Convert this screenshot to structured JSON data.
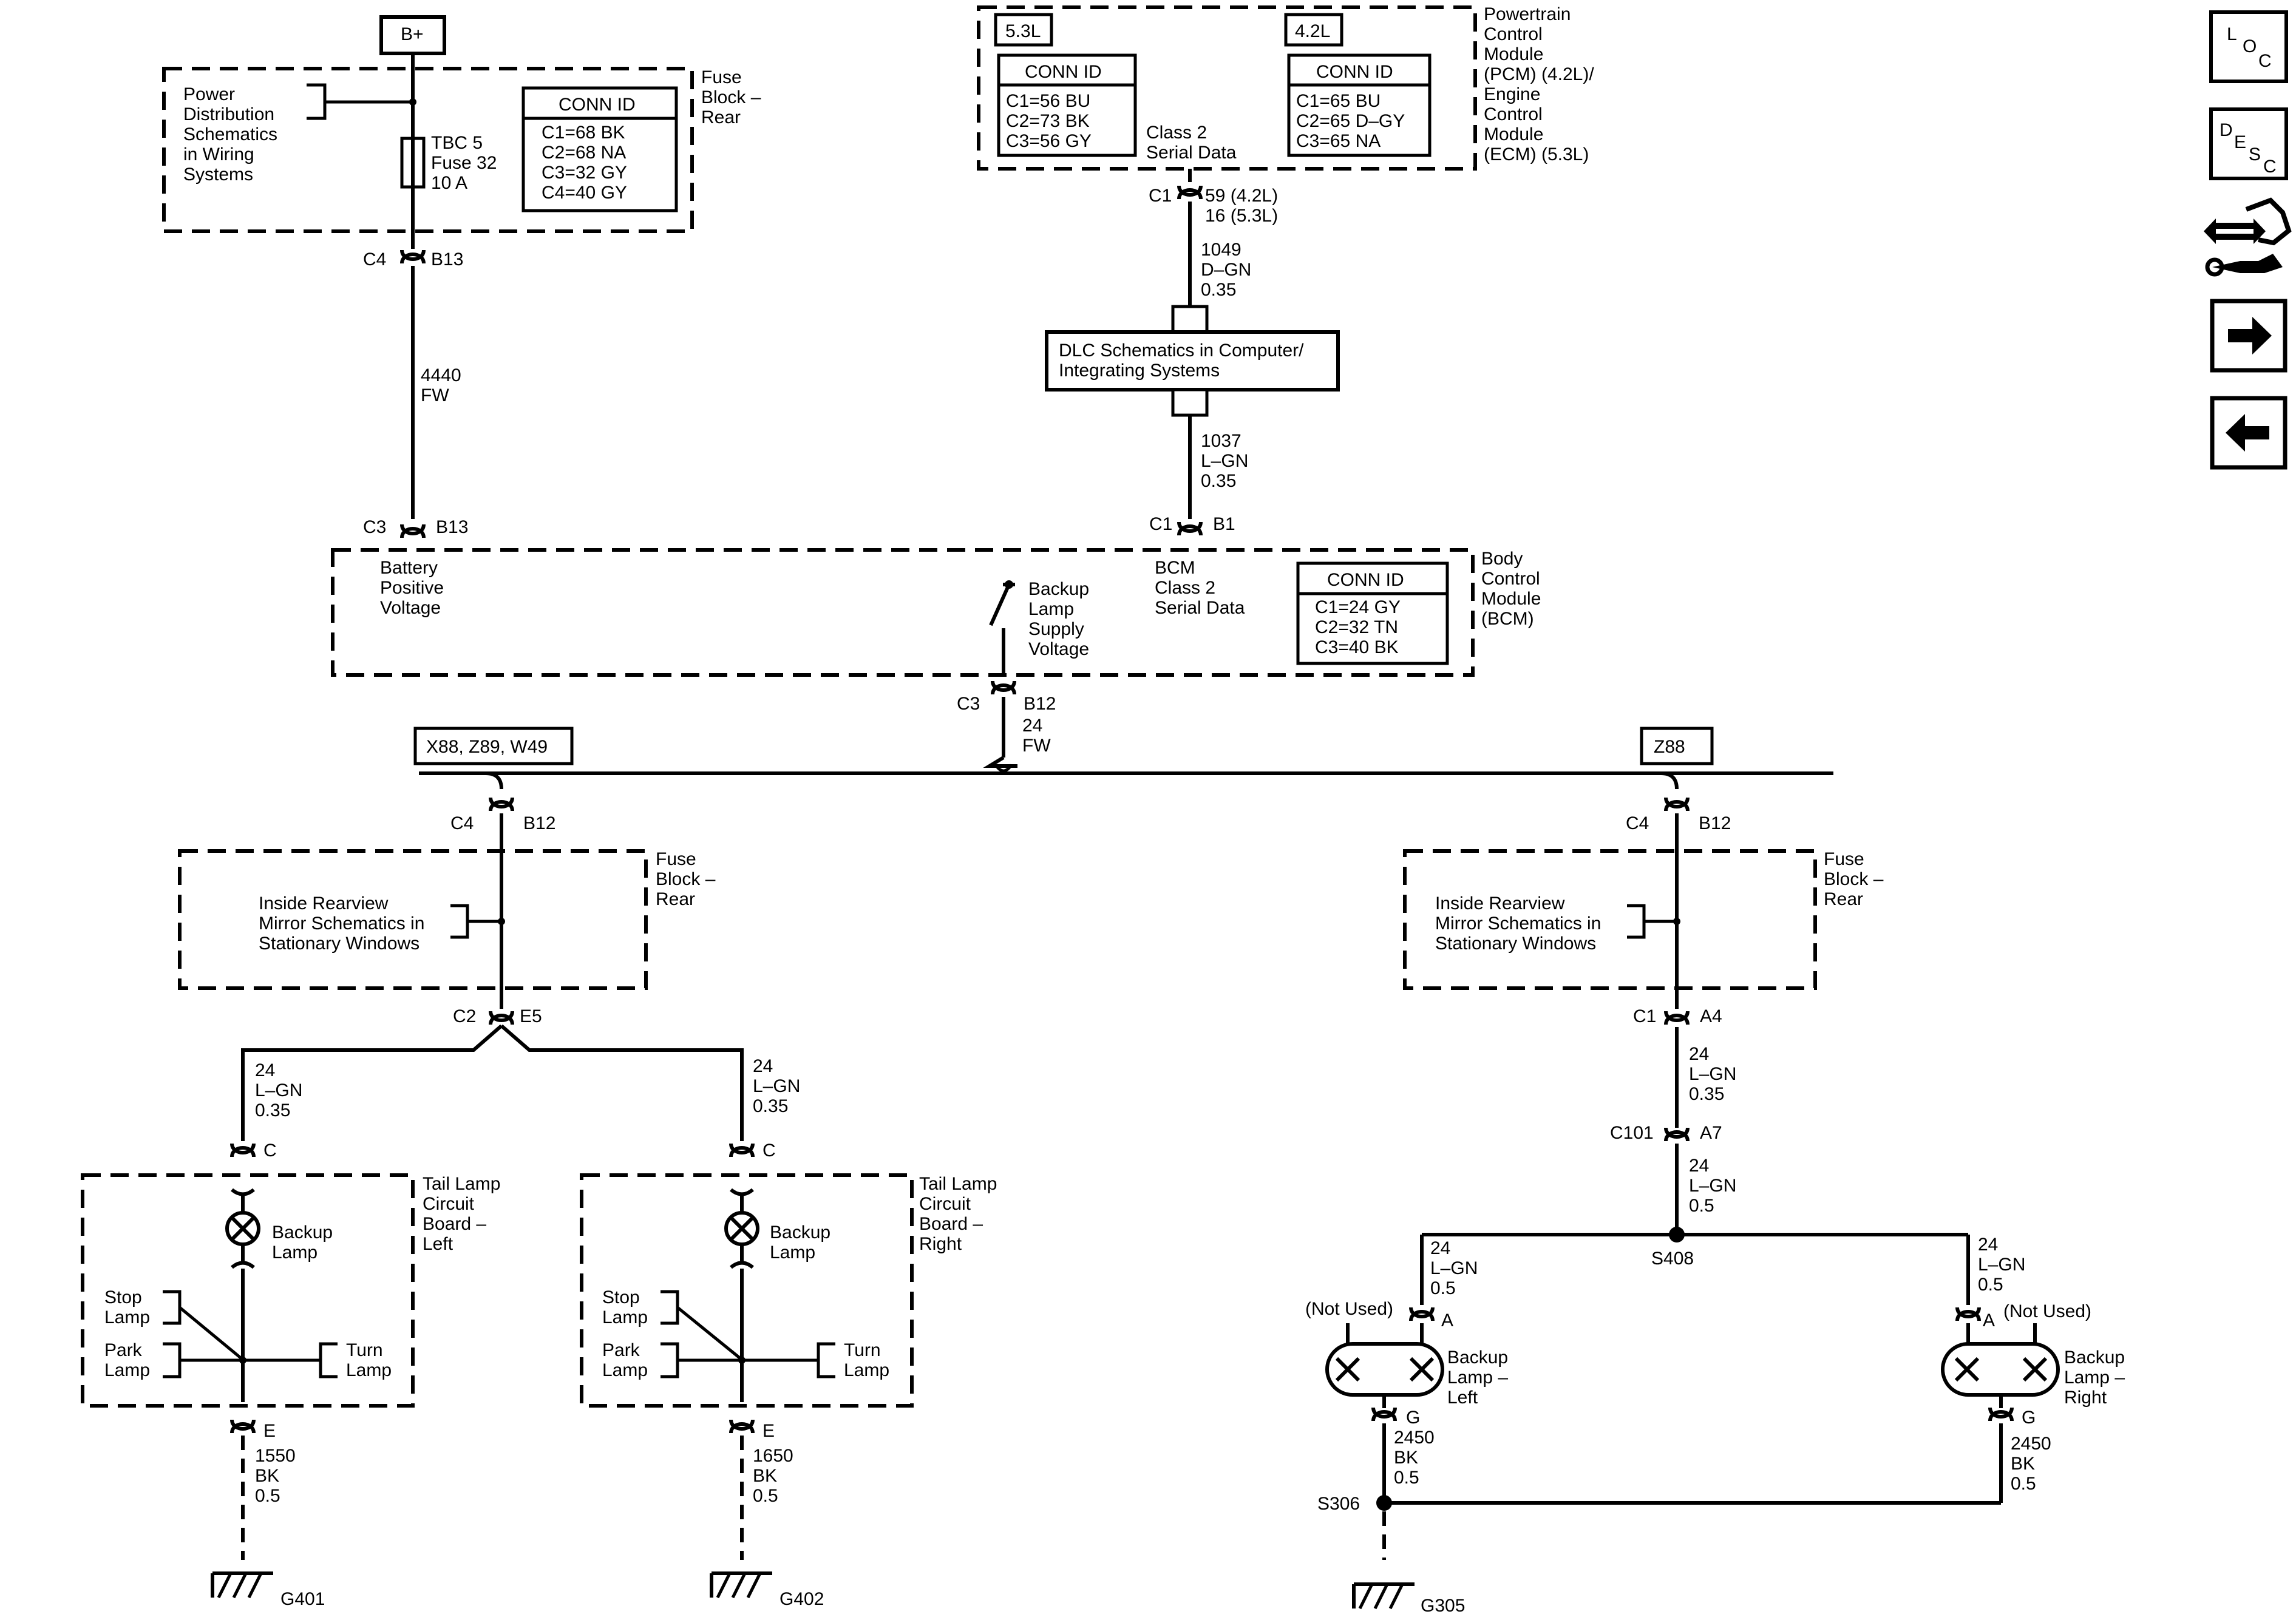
{
  "battery": "B+",
  "fuse_block_top": {
    "title": [
      "Fuse",
      "Block –",
      "Rear"
    ],
    "power_dist": [
      "Power",
      "Distribution",
      "Schematics",
      "in Wiring",
      "Systems"
    ],
    "fuse": [
      "TBC 5",
      "Fuse 32",
      "10 A"
    ],
    "conn": {
      "header": "CONN ID",
      "lines": [
        "C1=68 BK",
        "C2=68 NA",
        "C3=32 GY",
        "C4=40 GY"
      ]
    },
    "out_conn": "C4",
    "out_pin": "B13"
  },
  "wire_4440": {
    "num": "4440",
    "color": "FW"
  },
  "pcm": {
    "box_53": "5.3L",
    "box_42": "4.2L",
    "conn_53": {
      "header": "CONN ID",
      "lines": [
        "C1=56 BU",
        "C2=73 BK",
        "C3=56 GY"
      ]
    },
    "conn_42": {
      "header": "CONN ID",
      "lines": [
        "C1=65 BU",
        "C2=65 D–GY",
        "C3=65 NA"
      ]
    },
    "serial": [
      "Class 2",
      "Serial Data"
    ],
    "title": [
      "Powertrain",
      "Control",
      "Module",
      "(PCM) (4.2L)/",
      "Engine",
      "Control",
      "Module",
      "(ECM) (5.3L)"
    ],
    "conn": "C1",
    "pins": [
      "59 (4.2L)",
      "16 (5.3L)"
    ]
  },
  "wire_1049": [
    "1049",
    "D–GN",
    "0.35"
  ],
  "dlc": [
    "DLC Schematics in Computer/",
    "Integrating Systems"
  ],
  "wire_1037": [
    "1037",
    "L–GN",
    "0.35"
  ],
  "bcm": {
    "in_conn": "C3",
    "in_pin": "B13",
    "data_conn": "C1",
    "data_pin": "B1",
    "batt": [
      "Battery",
      "Positive",
      "Voltage"
    ],
    "backup": [
      "Backup",
      "Lamp",
      "Supply",
      "Voltage"
    ],
    "serial": [
      "BCM",
      "Class 2",
      "Serial Data"
    ],
    "conn": {
      "header": "CONN ID",
      "lines": [
        "C1=24 GY",
        "C2=32 TN",
        "C3=40 BK"
      ]
    },
    "title": [
      "Body",
      "Control",
      "Module",
      "(BCM)"
    ],
    "out_conn": "C3",
    "out_pin": "B12"
  },
  "wire_24_fw": [
    "24",
    "FW"
  ],
  "options": {
    "left": "X88, Z89, W49",
    "right": "Z88"
  },
  "left_fuse": {
    "conn": "C4",
    "pin": "B12",
    "mirror": [
      "Inside Rearview",
      "Mirror Schematics in",
      "Stationary Windows"
    ],
    "title": [
      "Fuse",
      "Block –",
      "Rear"
    ],
    "out_conn": "C2",
    "out_pin": "E5"
  },
  "right_fuse": {
    "conn": "C4",
    "pin": "B12",
    "mirror": [
      "Inside Rearview",
      "Mirror Schematics in",
      "Stationary Windows"
    ],
    "title": [
      "Fuse",
      "Block –",
      "Rear"
    ],
    "out_conn": "C1",
    "out_pin": "A4"
  },
  "wire_24_lgn_035": [
    "24",
    "L–GN",
    "0.35"
  ],
  "wire_24_lgn_05": [
    "24",
    "L–GN",
    "0.5"
  ],
  "tail_left": {
    "pin_in": "C",
    "pin_out": "E",
    "backup": [
      "Backup",
      "Lamp"
    ],
    "stop": [
      "Stop",
      "Lamp"
    ],
    "park": [
      "Park",
      "Lamp"
    ],
    "turn": [
      "Turn",
      "Lamp"
    ],
    "title": [
      "Tail Lamp",
      "Circuit",
      "Board –",
      "Left"
    ],
    "ground_wire": [
      "1550",
      "BK",
      "0.5"
    ],
    "ground": "G401"
  },
  "tail_right": {
    "pin_in": "C",
    "pin_out": "E",
    "backup": [
      "Backup",
      "Lamp"
    ],
    "stop": [
      "Stop",
      "Lamp"
    ],
    "park": [
      "Park",
      "Lamp"
    ],
    "turn": [
      "Turn",
      "Lamp"
    ],
    "title": [
      "Tail Lamp",
      "Circuit",
      "Board –",
      "Right"
    ],
    "ground_wire": [
      "1650",
      "BK",
      "0.5"
    ],
    "ground": "G402"
  },
  "z88_path": {
    "c101": "C101",
    "c101_pin": "A7",
    "splice_top": "S408",
    "lamp_left": {
      "pin_in": "A",
      "pin_out": "G",
      "not_used": "(Not Used)",
      "title": [
        "Backup",
        "Lamp –",
        "Left"
      ]
    },
    "lamp_right": {
      "pin_in": "A",
      "pin_out": "G",
      "not_used": "(Not Used)",
      "title": [
        "Backup",
        "Lamp –",
        "Right"
      ]
    },
    "ground_wire": [
      "2450",
      "BK",
      "0.5"
    ],
    "splice_bottom": "S306",
    "ground": "G305"
  },
  "nav": {
    "loc": [
      "L",
      "O",
      "C"
    ],
    "desc": [
      "D",
      "E",
      "S",
      "C"
    ]
  }
}
